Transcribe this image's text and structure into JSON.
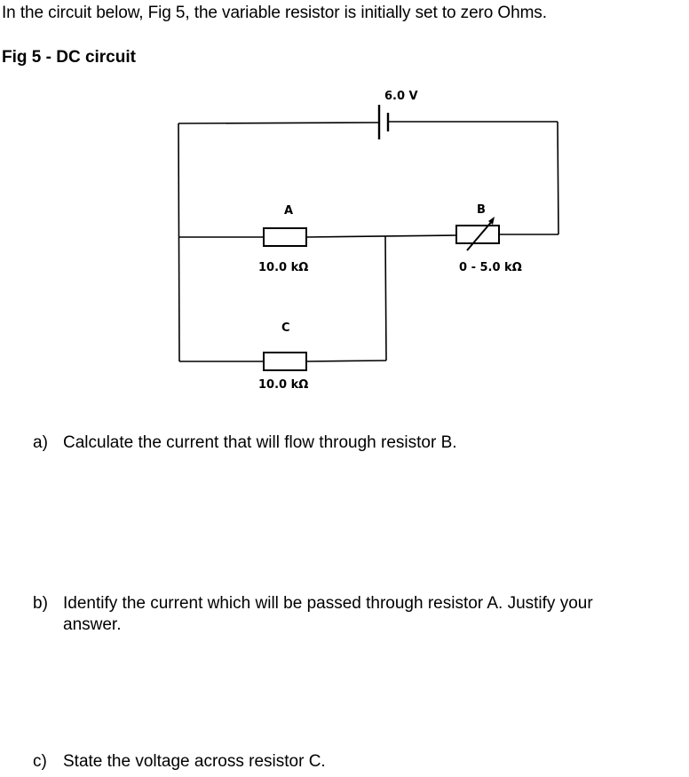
{
  "intro": "In the circuit below, Fig 5, the variable resistor is initially set to zero Ohms.",
  "figure": {
    "title": "Fig 5 - DC circuit",
    "battery": {
      "label": "6.0 V"
    },
    "resistors": [
      {
        "id": "A",
        "label": "A",
        "value": "10.0 kΩ",
        "type": "fixed"
      },
      {
        "id": "B",
        "label": "B",
        "value": "0 - 5.0 kΩ",
        "type": "variable"
      },
      {
        "id": "C",
        "label": "C",
        "value": "10.0 kΩ",
        "type": "fixed"
      }
    ]
  },
  "questions": [
    {
      "label": "a)",
      "text": "Calculate the current that will flow through resistor B."
    },
    {
      "label": "b)",
      "text": "Identify the current which will be passed through resistor A. Justify your",
      "text2": "answer."
    },
    {
      "label": "c)",
      "text": "State the voltage across resistor C."
    }
  ]
}
